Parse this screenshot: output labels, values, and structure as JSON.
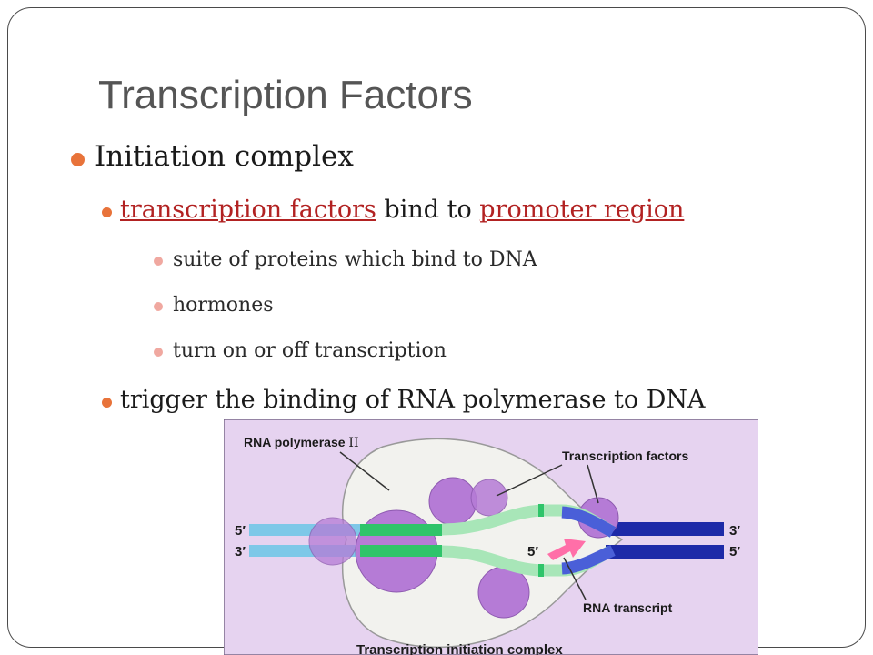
{
  "slide": {
    "title": "Transcription Factors",
    "bullets": {
      "initiation": "Initiation complex",
      "factors_link": "transcription factors",
      "bind_to": " bind to ",
      "promoter_link": "promoter region",
      "sub1": "suite of proteins which bind to DNA",
      "sub2": "hormones",
      "sub3": "turn on or off transcription",
      "trigger": "trigger the binding of RNA polymerase to DNA"
    }
  },
  "figure": {
    "labels": {
      "polymerase": "RNA polymerase",
      "polymerase_numeral": "II",
      "factors": "Transcription factors",
      "transcript": "RNA transcript",
      "caption": "Transcription initiation complex",
      "left_top": "5′",
      "left_bottom": "3′",
      "right_top": "3′",
      "right_bottom": "5′",
      "rna_end": "5′"
    },
    "colors": {
      "background": "#e6d3f0",
      "dna_light": "#7ec8e8",
      "dna_dark": "#1d2aa8",
      "open_dna": "#a8e6b8",
      "promoter": "#2fc46a",
      "protein": "#b57bd6",
      "rna": "#ff6fa8"
    }
  }
}
